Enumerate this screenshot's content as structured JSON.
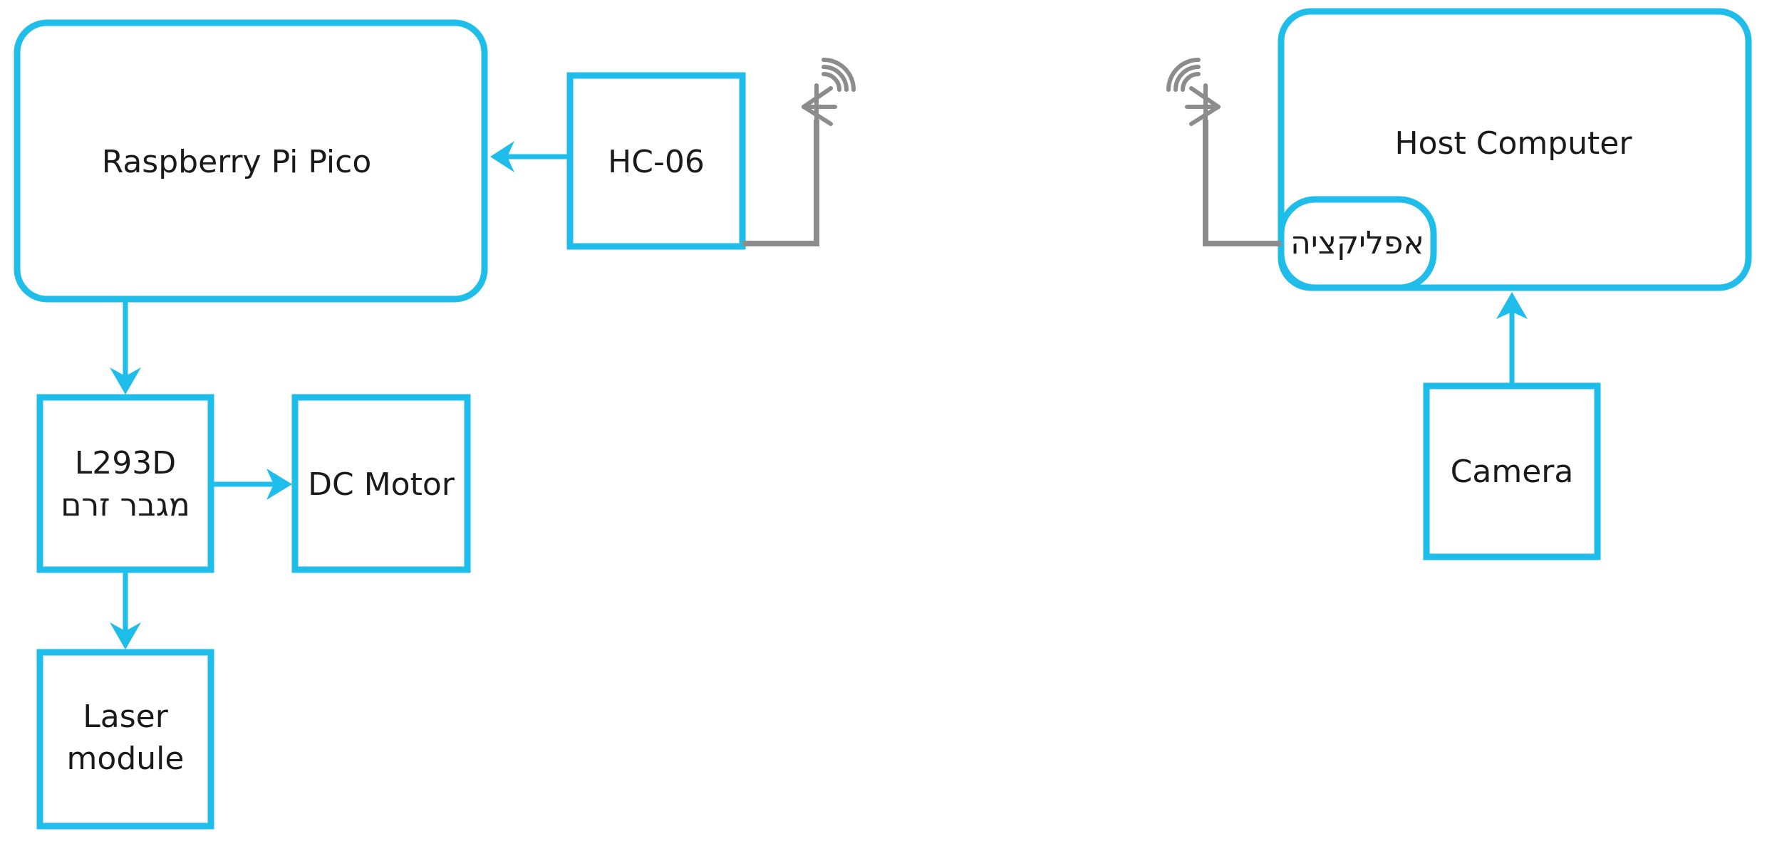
{
  "nodes": {
    "pico": {
      "label": "Raspberry Pi Pico"
    },
    "hc06": {
      "label": "HC-06"
    },
    "l293d": {
      "line1": "L293D",
      "line2": "מגבר זרם"
    },
    "dc_motor": {
      "label": "DC Motor"
    },
    "laser": {
      "line1": "Laser",
      "line2": "module"
    },
    "host": {
      "label": "Host Computer"
    },
    "app": {
      "label": "אפליקציה"
    },
    "camera": {
      "label": "Camera"
    }
  },
  "edges": [
    {
      "from": "HC-06",
      "to": "Raspberry Pi Pico"
    },
    {
      "from": "Raspberry Pi Pico",
      "to": "L293D"
    },
    {
      "from": "L293D",
      "to": "DC Motor"
    },
    {
      "from": "L293D",
      "to": "Laser module"
    },
    {
      "from": "Camera",
      "to": "Host Computer"
    }
  ],
  "icons": [
    "bluetooth-antenna-icon",
    "bluetooth-antenna-icon"
  ],
  "colors": {
    "box_stroke": "#1ebdea",
    "wire": "#8c8c8c",
    "text": "#1a1a1a"
  }
}
